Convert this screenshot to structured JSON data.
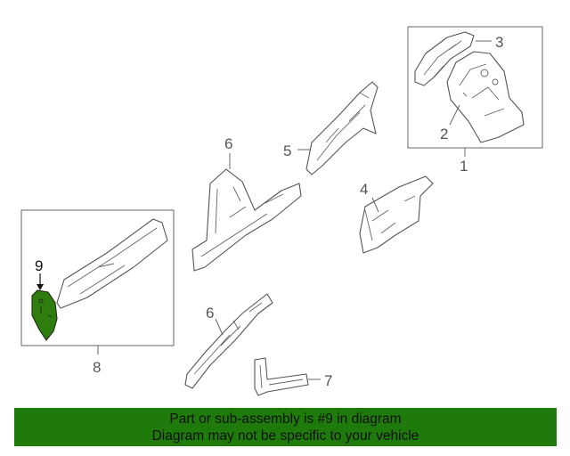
{
  "callouts": {
    "c1": "1",
    "c2": "2",
    "c3": "3",
    "c4": "4",
    "c5": "5",
    "c6a": "6",
    "c6b": "6",
    "c7": "7",
    "c8": "8",
    "c9": "9"
  },
  "highlight_part": "9",
  "colors": {
    "highlight_fill": "#2e7d0e",
    "banner_background": "#1f7a0c"
  },
  "banner": {
    "line1": "Part or sub-assembly is #9 in diagram",
    "line2": "Diagram may not be specific to your vehicle"
  }
}
